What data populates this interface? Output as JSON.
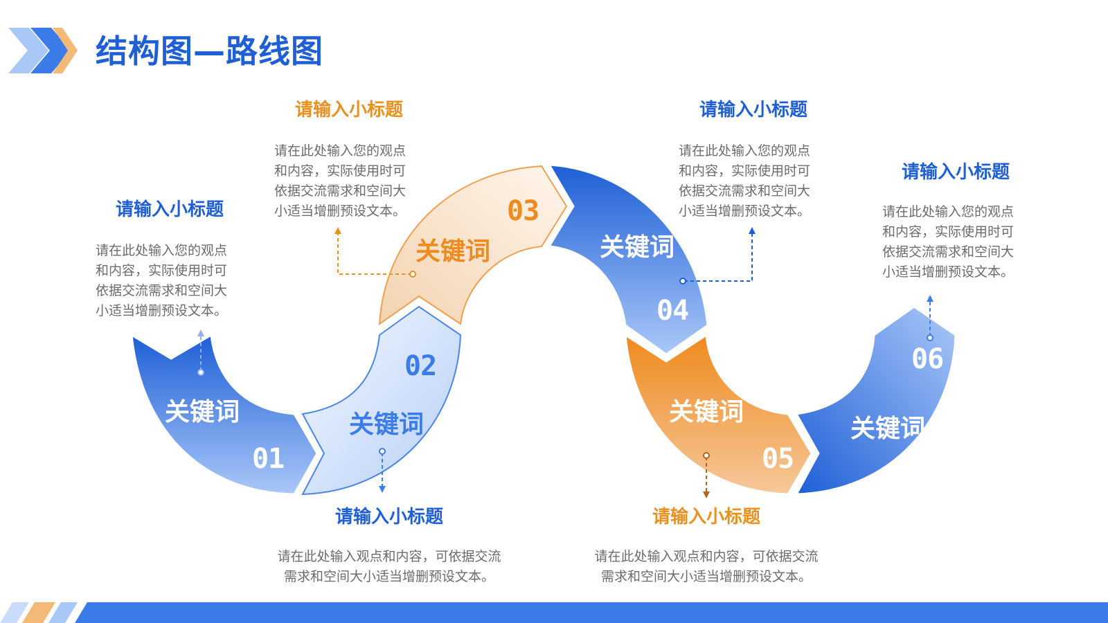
{
  "title": "结构图—路线图",
  "colors": {
    "primary": "#1e5fd6",
    "accent": "#f0922c",
    "light_blue": "#a9c7f7",
    "light_orange": "#f6dcc0"
  },
  "icons": {
    "header": "double-chevron-icon",
    "footer": "stripe-bar-icon"
  },
  "steps": [
    {
      "num": "01",
      "keyword": "关键词",
      "subtitle": "请输入小标题",
      "desc": "请在此处输入您的观点\n和内容，实际使用时可\n依据交流需求和空间大\n小适当增删预设文本。"
    },
    {
      "num": "02",
      "keyword": "关键词",
      "subtitle": "请输入小标题",
      "desc": "请在此处输入观点和内容，可依据交流\n需求和空间大小适当增删预设文本。"
    },
    {
      "num": "03",
      "keyword": "关键词",
      "subtitle": "请输入小标题",
      "desc": "请在此处输入您的观点\n和内容，实际使用时可\n依据交流需求和空间大\n小适当增删预设文本。"
    },
    {
      "num": "04",
      "keyword": "关键词",
      "subtitle": "请输入小标题",
      "desc": "请在此处输入您的观点\n和内容，实际使用时可\n依据交流需求和空间大\n小适当增删预设文本。"
    },
    {
      "num": "05",
      "keyword": "关键词",
      "subtitle": "请输入小标题",
      "desc": "请在此处输入观点和内容，可依据交流\n需求和空间大小适当增删预设文本。"
    },
    {
      "num": "06",
      "keyword": "关键词",
      "subtitle": "请输入小标题",
      "desc": "请在此处输入您的观点\n和内容，实际使用时可\n依据交流需求和空间大\n小适当增删预设文本。"
    }
  ]
}
